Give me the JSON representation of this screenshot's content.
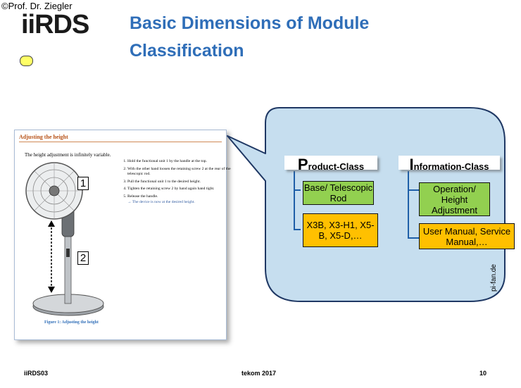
{
  "header": {
    "copyright": "©Prof. Dr. Ziegler",
    "logo": "iiRDS",
    "title": "Basic Dimensions of Module Classification"
  },
  "document": {
    "title": "Adjusting the height",
    "intro": "The height adjustment is infinitely variable.",
    "steps": [
      "Hold the functional unit 1 by the handle at the top.",
      "With the other hand loosen the retaining screw 2 at the rear of the telescopic rod.",
      "Pull the functional unit 1 to the desired height.",
      "Tighten the retaining screw 2 by hand again hand tight.",
      "Release the handle."
    ],
    "result": "→ The device is now at the desired height.",
    "callout_1": "1",
    "callout_2": "2",
    "caption": "Figure 1: Adjusting the height"
  },
  "classes": {
    "product": {
      "initial": "P",
      "rest": "roduct-Class",
      "child_1": "Base/ Telescopic Rod",
      "child_2": "X3B, X3-H1, X5-B, X5-D,…"
    },
    "information": {
      "initial": "I",
      "rest": "nformation-Class",
      "child_1": "Operation/ Height Adjustment",
      "child_2": "User Manual, Service Manual,…"
    },
    "colors": {
      "bubble": "#c6deef",
      "green": "#92d050",
      "orange": "#ffc000"
    }
  },
  "source": "pi-fan.de",
  "footer": {
    "left": "iiRDS03",
    "center": "tekom 2017",
    "page": "10"
  }
}
